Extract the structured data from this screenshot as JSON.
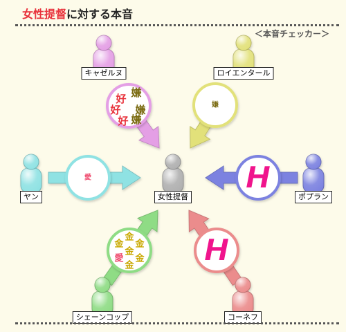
{
  "header": {
    "title_accent": "女性提督",
    "title_rest": "に対する本音",
    "subtitle": "＜本音チェッカー＞"
  },
  "center": {
    "label": "女性提督",
    "color": "#b0b0b0"
  },
  "people": [
    {
      "id": "kiyazeruusu",
      "label": "キャゼルヌ",
      "color": "#e49fe5",
      "bubble": [
        "好",
        "嫌",
        "好",
        "嫌",
        "好",
        "嫌"
      ]
    },
    {
      "id": "roientaaru",
      "label": "ロイエンタール",
      "color": "#e2e17a",
      "bubble": [
        "嫌"
      ]
    },
    {
      "id": "yan",
      "label": "ヤン",
      "color": "#8fe2e3",
      "bubble": [
        "愛"
      ]
    },
    {
      "id": "popuran",
      "label": "ポプラン",
      "color": "#7c82e0",
      "bubble": [
        "H"
      ]
    },
    {
      "id": "shienkoppu",
      "label": "シェーンコップ",
      "color": "#8fdc85",
      "bubble": [
        "金",
        "金",
        "金",
        "金",
        "愛",
        "金",
        "金"
      ]
    },
    {
      "id": "koonefu",
      "label": "コーネフ",
      "color": "#eb8c8c",
      "bubble": [
        "H"
      ]
    }
  ],
  "colors": {
    "title_accent": "#e8323c",
    "love": "#ef4c6f",
    "like": "#e8323c",
    "dislike": "#7a6a10",
    "money": "#c9a800",
    "h_letter": "#f0148c",
    "background": "#fdfbea"
  }
}
